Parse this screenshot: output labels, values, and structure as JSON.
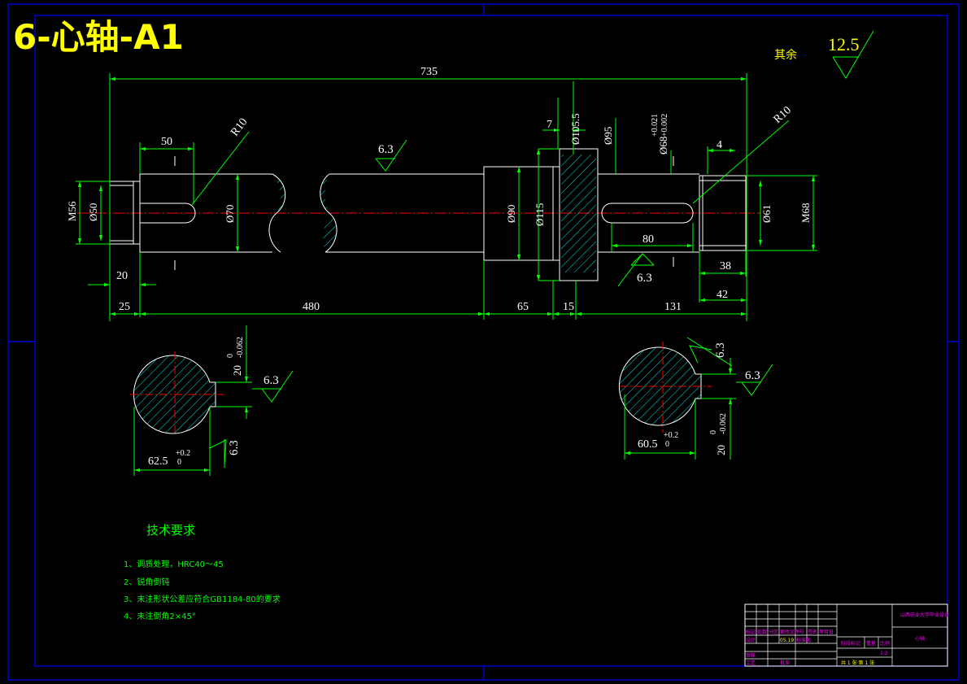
{
  "title": "6-心轴-A1",
  "roughness_other": {
    "label": "其余",
    "value": "12.5"
  },
  "dimensions": {
    "overall_length": "735",
    "keyway_left_offset": "50",
    "radius_left": "R10",
    "radius_right": "R10",
    "roughness_shaft": "6.3",
    "flange_thickness": "7",
    "dia_105": "Ø105.5",
    "dia_95": "Ø95",
    "dia_68": "Ø68",
    "dia_68_tol_upper": "+0.021",
    "dia_68_tol_lower": "+0.002",
    "dim_4": "4",
    "thread_left": "M56",
    "dia_50": "Ø50",
    "dia_70": "Ø70",
    "dia_90": "Ø90",
    "dia_115": "Ø115",
    "dia_61": "Ø61",
    "thread_right": "M68",
    "keyway_right_length": "80",
    "thread_right_length": "38",
    "roughness_mid": "6.3",
    "dim_20": "20",
    "dim_42": "42",
    "dim_25": "25",
    "dim_480": "480",
    "dim_65": "65",
    "dim_15": "15",
    "dim_131": "131"
  },
  "sections": {
    "left": {
      "width": "20",
      "width_tol_upper": "0",
      "width_tol_lower": "-0.062",
      "depth": "62.5",
      "depth_tol_upper": "+0.2",
      "depth_tol_lower": "0",
      "rough_side": "6.3",
      "rough_bottom": "6.3"
    },
    "right": {
      "width": "20",
      "width_tol_upper": "0",
      "width_tol_lower": "-0.062",
      "depth": "60.5",
      "depth_tol_upper": "+0.2",
      "depth_tol_lower": "0",
      "rough_side": "6.3",
      "rough_top": "6.3"
    }
  },
  "tech_requirements": {
    "title": "技术要求",
    "items": [
      "1、调质处理，HRC40～45",
      "2、锐角倒钝",
      "3、未注形状公差应符合GB1184-80的要求",
      "4、未注倒角2×45°"
    ]
  },
  "title_block": {
    "school": "山西农业大学毕业设计",
    "drawing_name": "心轴",
    "row1": [
      "标记",
      "处数",
      "分区",
      "更改文件号",
      "签名",
      "年月日"
    ],
    "row2": [
      "设计",
      "",
      "标准化",
      ""
    ],
    "row3": [
      "审核",
      ""
    ],
    "row4": [
      "工艺",
      "",
      "批准",
      ""
    ],
    "stage_label": "阶段标记",
    "weight_label": "重量",
    "scale_label": "比例",
    "scale_value": "1:2",
    "sheet_text": "共 1 张 第 1 张",
    "date": "05.19"
  },
  "colors": {
    "background": "#000000",
    "outline": "#ffffff",
    "dimension": "#00ff00",
    "centerline": "#ff0000",
    "hatch": "#00ffff",
    "frame": "#0000ff",
    "title": "#ffff00",
    "title_block_text": "#ff00ff"
  }
}
